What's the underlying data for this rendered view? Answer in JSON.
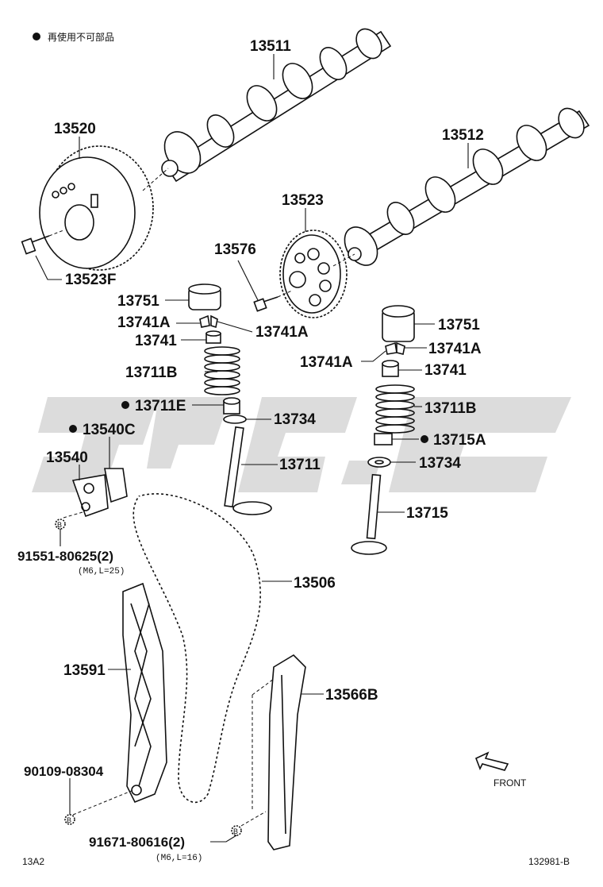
{
  "legend": {
    "bullet": "●",
    "text": "再使用不可部品"
  },
  "labels": {
    "p13511": "13511",
    "p13512": "13512",
    "p13520": "13520",
    "p13523": "13523",
    "p13523F": "13523F",
    "p13576": "13576",
    "p13751_l": "13751",
    "p13751_r": "13751",
    "p13741A_1": "13741A",
    "p13741A_2": "13741A",
    "p13741A_3": "13741A",
    "p13741A_4": "13741A",
    "p13741_l": "13741",
    "p13741_r": "13741",
    "p13711B_l": "13711B",
    "p13711B_r": "13711B",
    "p13711E": "13711E",
    "p13734_l": "13734",
    "p13734_r": "13734",
    "p13540C": "13540C",
    "p13540": "13540",
    "p13711": "13711",
    "p13715A": "13715A",
    "p13715": "13715",
    "p91551": "91551-80625(2)",
    "p91551_sub": "(M6,L=25)",
    "p13506": "13506",
    "p13591": "13591",
    "p13566B": "13566B",
    "p90109": "90109-08304",
    "p91671": "91671-80616(2)",
    "p91671_sub": "(M6,L=16)",
    "ref_b": "B",
    "front": "FRONT"
  },
  "footer": {
    "left": "13A2",
    "right": "132981-B"
  }
}
